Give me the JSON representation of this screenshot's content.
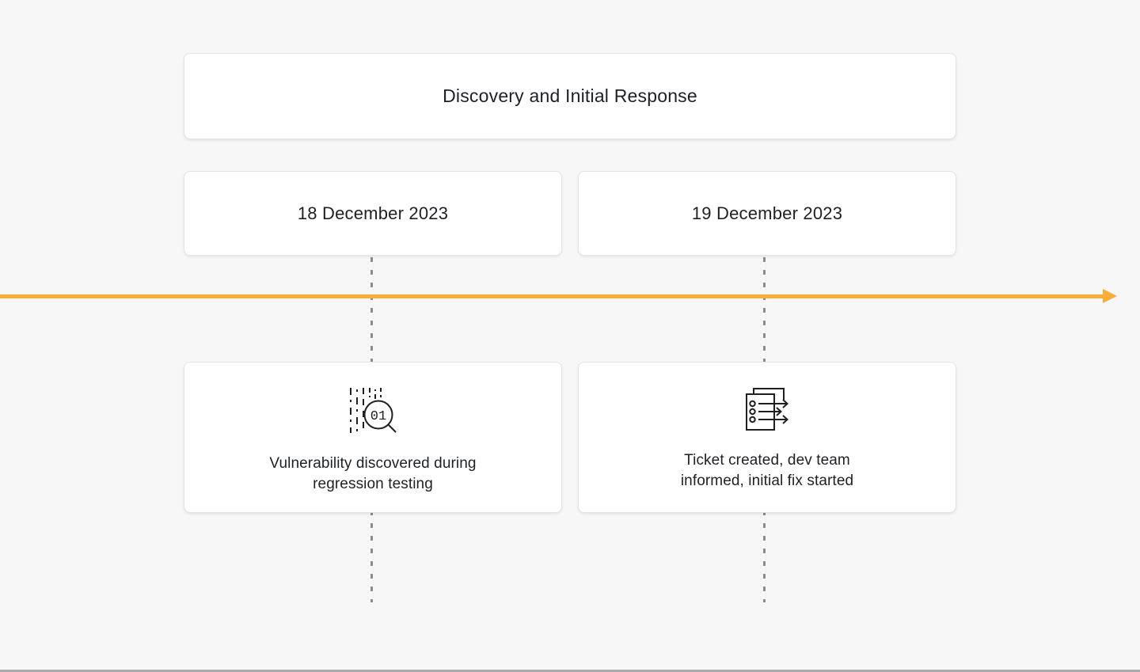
{
  "phase": {
    "title": "Discovery and Initial Response"
  },
  "events": [
    {
      "date": "18 December 2023",
      "description": "Vulnerability discovered during regression testing",
      "icon": "binary-code-magnifier-icon"
    },
    {
      "date": "19 December 2023",
      "description": "Ticket created, dev team informed, initial fix started",
      "icon": "ticket-list-dispatch-icon"
    }
  ],
  "icon_detail": {
    "magnifier_text": "01"
  },
  "colors": {
    "background": "#F7F7F8",
    "card_background": "#FFFFFF",
    "card_border": "#E5E5E8",
    "text": "#1D2125",
    "timeline_arrow": "#F9AC38",
    "connector_dash": "#8C8C8C",
    "bottom_border": "#AAAAAE"
  }
}
